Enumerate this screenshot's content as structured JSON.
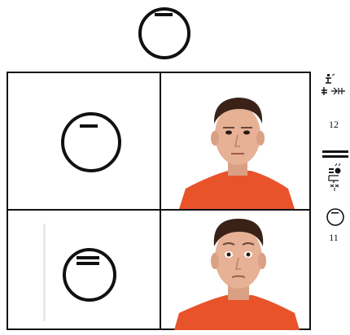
{
  "top_glyph": {
    "icon": "circle-with-bar-icon"
  },
  "grid": {
    "rows": [
      {
        "left_icon": "circle-with-bar-icon",
        "right_image": "face-neutral-photo"
      },
      {
        "left_icon": "circle-with-double-bar-icon",
        "right_image": "face-raised-brows-photo"
      }
    ]
  },
  "sidebar": {
    "count_top": "12",
    "count_bottom": "11",
    "icons": [
      "figure-lines-icon",
      "hand-symbol-icon",
      "double-bar-icon",
      "stacked-symbol-icon",
      "small-circle-icon"
    ]
  },
  "colors": {
    "shirt": "#e8532a",
    "skin": "#e6b194",
    "hair": "#3a2218",
    "line": "#111111"
  }
}
